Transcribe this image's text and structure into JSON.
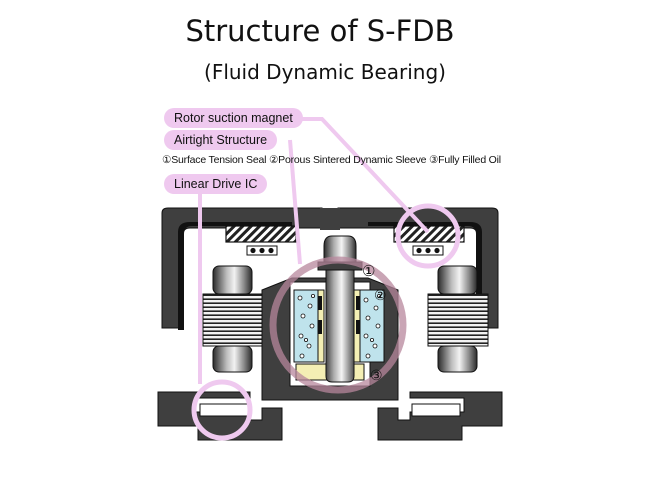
{
  "title": "Structure of S-FDB",
  "subtitle": "(Fluid Dynamic Bearing)",
  "labels": {
    "rotor_magnet": "Rotor suction magnet",
    "airtight": "Airtight Structure",
    "legend": "①Surface Tension Seal ②Porous Sintered Dynamic Sleeve ③Fully Filled Oil",
    "linear_drive": "Linear Drive IC"
  },
  "markers": {
    "m1": "①",
    "m2": "②",
    "m3": "③"
  },
  "colors": {
    "highlight_pill": "#efc9ef",
    "highlight_ring": "#e8a6d9",
    "airtight_ring": "#b7879c",
    "housing": "#3f3f3f",
    "sleeve_fill": "#bfe3ec",
    "oil_fill": "#f4efb4"
  }
}
